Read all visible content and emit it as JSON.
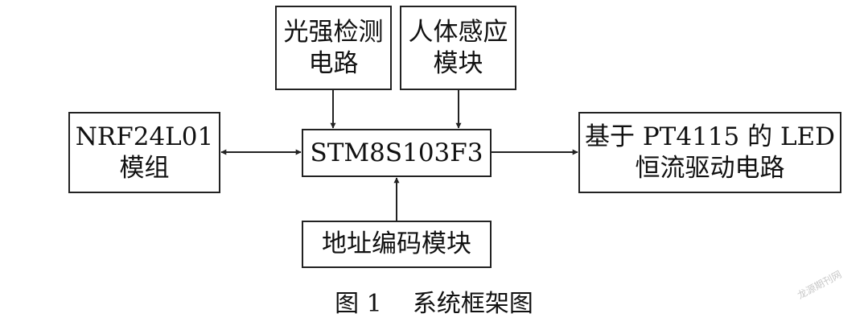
{
  "diagram": {
    "blocks": {
      "light_sensor": {
        "lines": [
          "光强检测",
          "电路"
        ]
      },
      "pir_sensor": {
        "lines": [
          "人体感应",
          "模块"
        ]
      },
      "nrf_module": {
        "lines": [
          "NRF24L01",
          "模组"
        ]
      },
      "mcu": {
        "lines": [
          "STM8S103F3"
        ]
      },
      "led_driver": {
        "lines": [
          "基于 PT4115 的 LED",
          "恒流驱动电路"
        ]
      },
      "address_module": {
        "lines": [
          "地址编码模块"
        ]
      }
    },
    "connections": [
      {
        "from": "light_sensor",
        "to": "mcu",
        "direction": "one-way"
      },
      {
        "from": "pir_sensor",
        "to": "mcu",
        "direction": "one-way"
      },
      {
        "from": "nrf_module",
        "to": "mcu",
        "direction": "two-way"
      },
      {
        "from": "mcu",
        "to": "led_driver",
        "direction": "one-way"
      },
      {
        "from": "address_module",
        "to": "mcu",
        "direction": "one-way"
      }
    ],
    "line_color": "#222222"
  },
  "caption": "图 1    系统框架图",
  "watermark": "龙源期刊网"
}
